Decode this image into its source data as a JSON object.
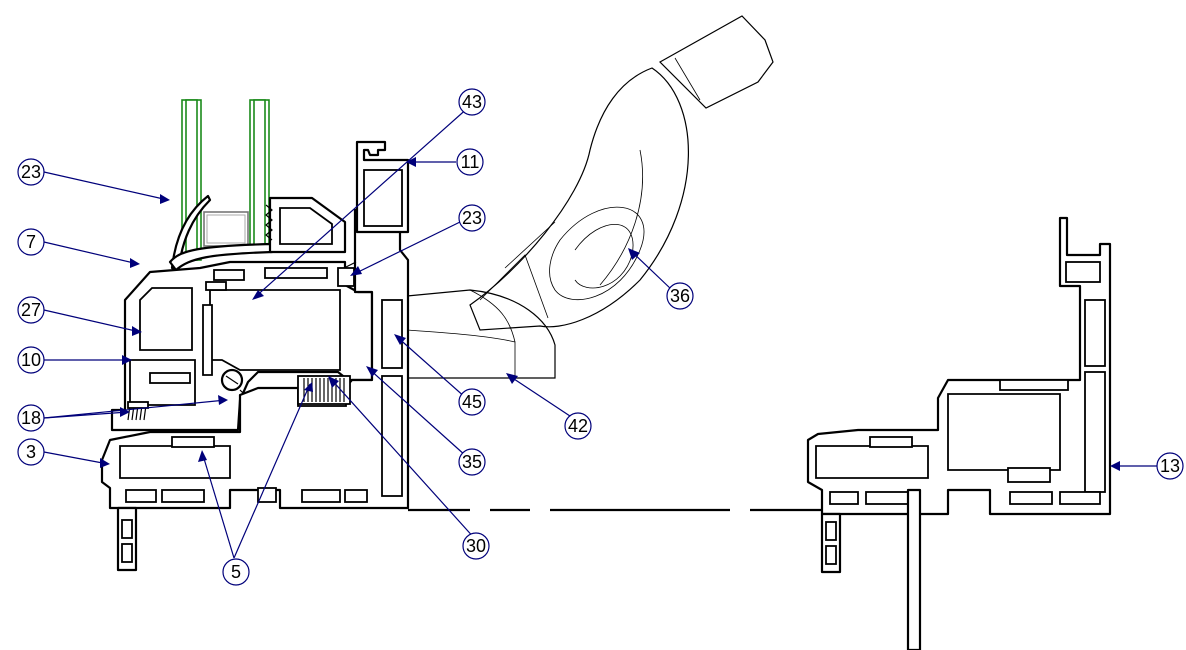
{
  "callouts": [
    {
      "id": "c23a",
      "label": "23"
    },
    {
      "id": "c7",
      "label": "7"
    },
    {
      "id": "c27",
      "label": "27"
    },
    {
      "id": "c10",
      "label": "10"
    },
    {
      "id": "c18",
      "label": "18"
    },
    {
      "id": "c3",
      "label": "3"
    },
    {
      "id": "c5",
      "label": "5"
    },
    {
      "id": "c43",
      "label": "43"
    },
    {
      "id": "c11",
      "label": "11"
    },
    {
      "id": "c23b",
      "label": "23"
    },
    {
      "id": "c45",
      "label": "45"
    },
    {
      "id": "c35",
      "label": "35"
    },
    {
      "id": "c30",
      "label": "30"
    },
    {
      "id": "c42",
      "label": "42"
    },
    {
      "id": "c36",
      "label": "36"
    },
    {
      "id": "c13",
      "label": "13"
    }
  ],
  "colors": {
    "glass": "#1a8a1a",
    "leader": "#00007a",
    "line": "#000000"
  }
}
